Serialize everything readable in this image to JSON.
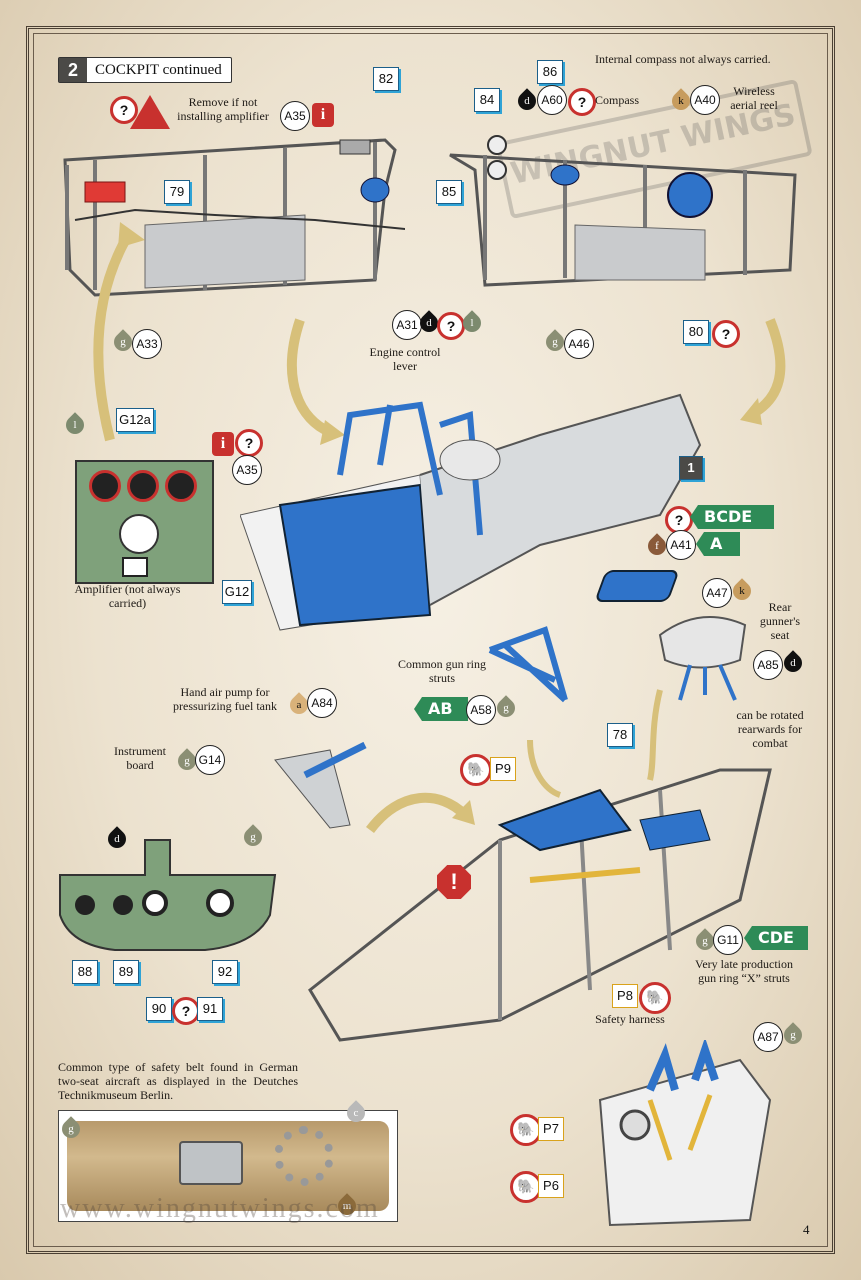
{
  "header": {
    "step_number": "2",
    "title": "COCKPIT continued"
  },
  "top_left": {
    "remove_note": "Remove if not installing amplifier",
    "part_A35": "A35",
    "part_82": "82",
    "part_79": "79",
    "part_A33": "A33",
    "paint_A33": "g",
    "part_A31": "A31",
    "paint_A31_d": "d",
    "paint_A31_l": "l",
    "engine_label": "Engine control lever"
  },
  "top_right": {
    "compass_note": "Internal compass not always carried.",
    "part_86": "86",
    "part_84": "84",
    "part_A60": "A60",
    "paint_A60": "d",
    "compass_label": "Compass",
    "part_A40": "A40",
    "paint_A40": "k",
    "wireless_label": "Wireless aerial reel",
    "part_85": "85",
    "part_A46": "A46",
    "paint_A46": "g",
    "part_80": "80"
  },
  "amplifier": {
    "paint": "l",
    "part_G12a": "G12a",
    "part_A35": "A35",
    "part_G12": "G12",
    "label": "Amplifier (not always carried)"
  },
  "fuselage": {
    "part_1": "1"
  },
  "seat": {
    "variant_BCDE": "BCDE",
    "variant_A": "A",
    "part_A41": "A41",
    "paint_A41": "f",
    "part_A47": "A47",
    "paint_A47": "k",
    "seat_label": "Rear gunner's seat",
    "part_A85": "A85",
    "paint_A85": "d",
    "rotate_note": "can be rotated rearwards for combat"
  },
  "gun_ring": {
    "label": "Common gun ring struts",
    "variant_AB": "AB",
    "part_A58": "A58",
    "paint_A58": "g",
    "part_78": "78",
    "part_G11": "G11",
    "paint_G11": "g",
    "variant_CDE": "CDE",
    "late_label": "Very late production gun ring “X” struts"
  },
  "pump": {
    "label": "Hand air pump for pressurizing fuel tank",
    "paint": "a",
    "part_A84": "A84"
  },
  "instrument_board": {
    "label": "Instrument board",
    "paint": "g",
    "part_G14": "G14",
    "paint_d": "d",
    "paint_g": "g",
    "part_88": "88",
    "part_89": "89",
    "part_92": "92",
    "part_90": "90",
    "part_91": "91"
  },
  "harness": {
    "part_P9": "P9",
    "part_P8": "P8",
    "label": "Safety harness",
    "part_A87": "A87",
    "paint_A87": "g",
    "part_P7": "P7",
    "part_P6": "P6"
  },
  "photo": {
    "caption": "Common type of safety belt found in German two-seat aircraft as displayed in the Deutches Technikmuseum Berlin.",
    "paint_g": "g",
    "paint_c": "c",
    "paint_m": "m"
  },
  "footer": {
    "website": "www.wingnutwings.com",
    "page_number": "4"
  },
  "watermark": "WINGNUT WINGS",
  "colors": {
    "accent_blue": "#2f73c9",
    "box_border": "#1b5f8a",
    "warning_red": "#c8312e",
    "variant_green": "#2e8b57",
    "grey_part": "#cfd2d4",
    "board_green": "#7fa17b"
  }
}
